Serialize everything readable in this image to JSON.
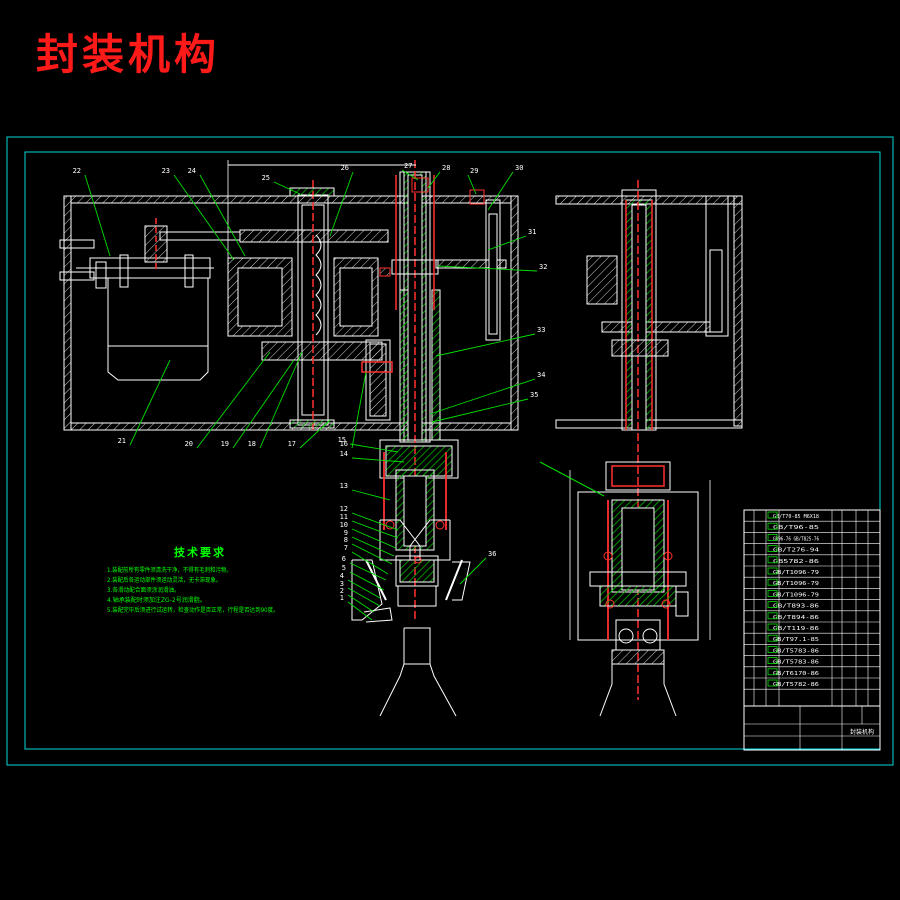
{
  "title": "封装机构",
  "colors": {
    "background": "#000000",
    "frame": "#00d8d8",
    "line": "#ffffff",
    "hatch": "#00b400",
    "part": "#ff3030",
    "leader": "#00e000",
    "dim": "#ffff40",
    "note": "#00ff00",
    "title": "#ff1a1a"
  },
  "tech_requirements": {
    "heading": "技术要求",
    "notes": [
      "1.装配前所有零件须清洗干净，不得有毛刺和污物。",
      "2.装配后各运动部件须运动灵活，无卡滞现象。",
      "3.各滑动配合面须涂润滑油。",
      "4.轴承装配时须加注ZG-2号润滑脂。",
      "5.装配完毕后须进行试运转，检查动作是否正常，行程是否达到90度。"
    ]
  },
  "balloons": [
    "1",
    "2",
    "3",
    "4",
    "5",
    "6",
    "7",
    "8",
    "9",
    "10",
    "11",
    "12",
    "13",
    "14",
    "15",
    "16",
    "17",
    "18",
    "19",
    "20",
    "21",
    "22",
    "23",
    "24",
    "25",
    "26",
    "27",
    "28",
    "29",
    "30",
    "31",
    "32",
    "33",
    "34",
    "35",
    "36"
  ],
  "title_block": {
    "name": "封装机构",
    "standards": [
      "GB/T70-85 M6X18",
      "GB/T96-85",
      "GB96-76 GB/T825-76",
      "GB/T276-94",
      "GB5782-86",
      "GB/T1096-79",
      "GB/T1096-79",
      "GB/T1096-79",
      "GB/T893-86",
      "GB/T894-86",
      "GB/T119-86",
      "GB/T97.1-85",
      "GB/T5783-86",
      "GB/T5783-86",
      "GB/T6170-86",
      "GB/T5782-86"
    ]
  }
}
